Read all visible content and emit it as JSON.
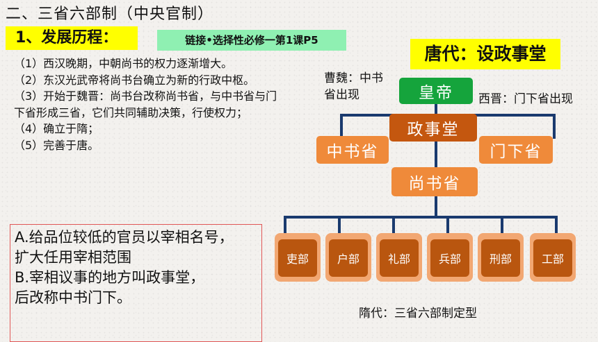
{
  "heading": "二、三省六部制（中央官制）",
  "section": {
    "label": "1、发展历程：",
    "link_note": "链接•选择性必修一第1课P5"
  },
  "diagram_title": "唐代：设政事堂",
  "history": [
    "（1）西汉晚期，中朝尚书的权力逐渐增大。",
    "（2）东汉光武帝将尚书台确立为新的行政中枢。",
    "（3）开始于魏晋：尚书台改称尚书省，与中书省与门下省形成三省，它们共同辅助决策，行使权力；",
    "（4）确立于隋；",
    "（5）完善于唐。"
  ],
  "answer_box": [
    "A.给品位较低的官员以宰相名号，",
    "扩大任用宰相范围",
    "B.宰相议事的地方叫政事堂，",
    "后改称中书门下。"
  ],
  "annotations": {
    "cao_wei": "曹魏：中书省出现",
    "xi_jin": "西晋：门下省出现",
    "sui": "隋代：三省六部制定型"
  },
  "nodes": {
    "emperor": "皇帝",
    "zhengshitang": "政事堂",
    "zhongshu": "中书省",
    "menxia": "门下省",
    "shangshu": "尚书省"
  },
  "departments": [
    "吏部",
    "户部",
    "礼部",
    "兵部",
    "刑部",
    "工部"
  ],
  "colors": {
    "highlight_yellow": "#ffff00",
    "highlight_green": "#8ff0b2",
    "emperor_green": "#15a43c",
    "node_orange": "#ef8a3a",
    "dept_dark": "#b9560f",
    "answer_border": "#e05555"
  }
}
